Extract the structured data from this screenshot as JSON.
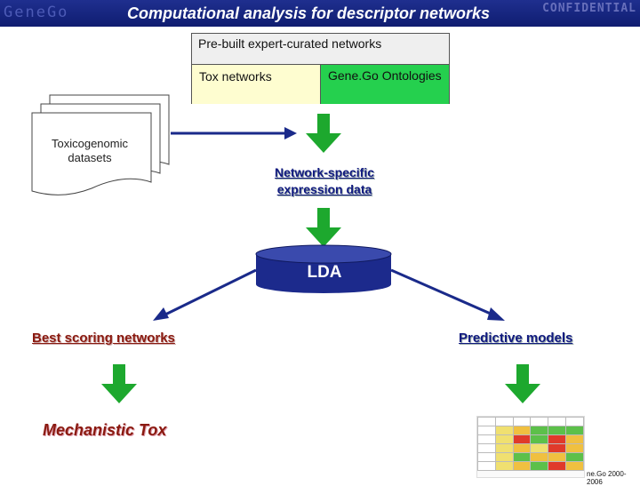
{
  "header": {
    "logo": "GeneGo",
    "title": "Computational analysis for descriptor networks",
    "confidential": "CONFIDENTIAL"
  },
  "prebuilt": {
    "label": "Pre-built expert-curated networks",
    "tox": "Tox networks",
    "genego": "Gene.Go Ontologies"
  },
  "datasets": {
    "label": "Toxicogenomic datasets"
  },
  "network_specific": {
    "label": "Network-specific expression data"
  },
  "lda": {
    "label": "LDA"
  },
  "outputs": {
    "best": "Best scoring networks",
    "predictive": "Predictive models",
    "mechanistic": "Mechanistic Tox"
  },
  "footer": {
    "text": "ne.Go 2000-2006"
  },
  "colors": {
    "header_bg": "#1f2f8f",
    "tox_bg": "#fefdd0",
    "genego_bg": "#25d04e",
    "arrow_blue": "#1a2a8a",
    "arrow_green": "#1da82e",
    "cylinder": "#1c2a8c"
  }
}
